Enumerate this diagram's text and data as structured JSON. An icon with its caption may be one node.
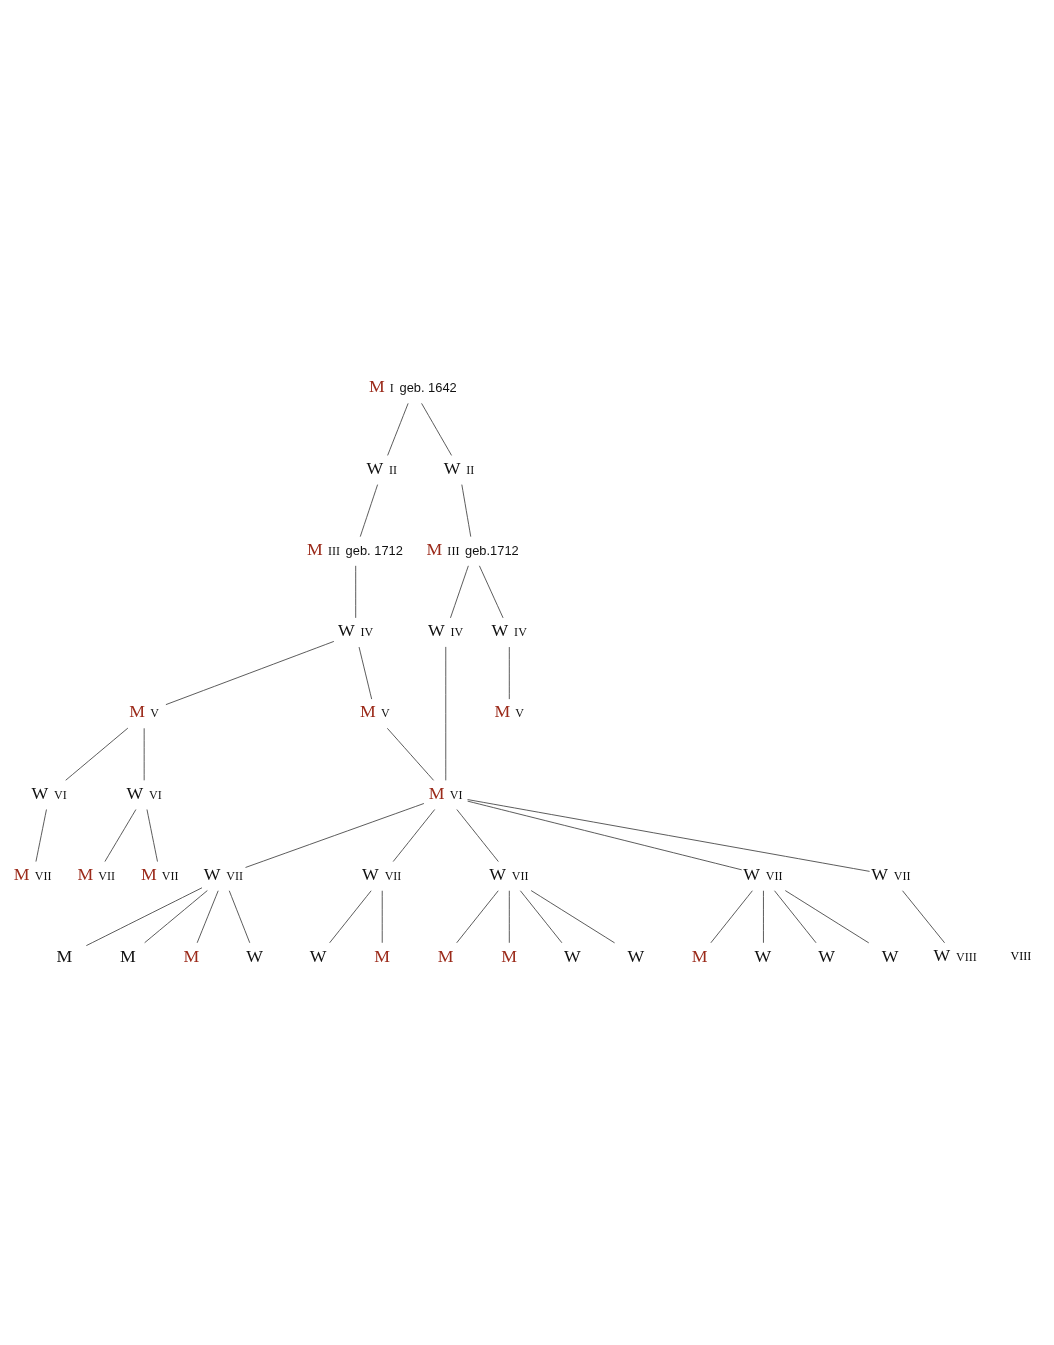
{
  "diagram": {
    "nodes": [
      {
        "text": [
          "M"
        ],
        "beside": [
          "I",
          "geb. 1642"
        ]
      },
      {
        "text": [
          "W"
        ],
        "beside": [
          "II"
        ]
      },
      {
        "text": [
          "W"
        ],
        "beside": [
          "II"
        ]
      },
      {
        "text": [
          "M"
        ],
        "beside": [
          "III",
          "geb. 1712"
        ]
      },
      {
        "text": [
          "M"
        ],
        "beside": [
          "III",
          "geb.1712"
        ]
      },
      {
        "text": [
          "W"
        ],
        "beside": [
          "IV"
        ]
      },
      {
        "text": [
          "W"
        ],
        "beside": [
          "IV"
        ]
      },
      {
        "text": [
          "W"
        ],
        "beside": [
          "IV"
        ]
      },
      {
        "text": [
          "M"
        ],
        "beside": [
          "V"
        ]
      },
      {
        "text": [
          "M"
        ],
        "beside": [
          "V"
        ]
      },
      {
        "text": [
          "M"
        ],
        "beside": [
          "V"
        ]
      },
      {
        "text": [
          "W"
        ],
        "beside": [
          "VI"
        ]
      },
      {
        "text": [
          "W"
        ],
        "beside": [
          "VI"
        ]
      },
      {
        "text": [
          "M"
        ],
        "beside": [
          "VI"
        ]
      },
      {
        "text": [
          "M"
        ],
        "beside": [
          "VII"
        ]
      },
      {
        "text": [
          "M"
        ],
        "beside": [
          "VII"
        ]
      },
      {
        "text": [
          "M"
        ],
        "beside": [
          "VII"
        ]
      },
      {
        "text": [
          "W"
        ],
        "beside": [
          "VII"
        ]
      },
      {
        "text": [
          "W"
        ],
        "beside": [
          "VII"
        ]
      },
      {
        "text": [
          "W"
        ],
        "beside": [
          "VII"
        ]
      },
      {
        "text": [
          "W"
        ],
        "beside": [
          "VII"
        ]
      },
      {
        "text": [
          "W"
        ],
        "beside": [
          "VII"
        ]
      },
      {
        "text": [
          "M"
        ]
      },
      {
        "text": [
          "M"
        ]
      },
      {
        "text": [
          "M"
        ]
      },
      {
        "text": [
          "W"
        ]
      },
      {
        "text": [
          "W"
        ]
      },
      {
        "text": [
          "M"
        ]
      },
      {
        "text": [
          "M"
        ]
      },
      {
        "text": [
          "M"
        ]
      },
      {
        "text": [
          "W"
        ]
      },
      {
        "text": [
          "W"
        ]
      },
      {
        "text": [
          "M"
        ]
      },
      {
        "text": [
          "W"
        ]
      },
      {
        "text": [
          "W"
        ]
      },
      {
        "text": [
          "W"
        ]
      },
      {
        "text": [
          "W"
        ],
        "beside": [
          "VIII"
        ]
      }
    ],
    "edges": [
      {
        "from": 0,
        "to": 1,
        "arrow": "none"
      },
      {
        "from": 0,
        "to": 2,
        "arrow": "none"
      },
      {
        "from": 1,
        "to": 3,
        "arrow": "none"
      },
      {
        "from": 2,
        "to": 4,
        "arrow": "none"
      },
      {
        "from": 3,
        "to": 5,
        "arrow": "none"
      },
      {
        "from": 4,
        "to": 6,
        "arrow": "none"
      },
      {
        "from": 4,
        "to": 7,
        "arrow": "none"
      },
      {
        "from": 5,
        "to": 8,
        "arrow": "none"
      },
      {
        "from": 5,
        "to": 9,
        "arrow": "none"
      },
      {
        "from": 7,
        "to": 10,
        "arrow": "none"
      },
      {
        "from": 8,
        "to": 11,
        "arrow": "none"
      },
      {
        "from": 8,
        "to": 12,
        "arrow": "none"
      },
      {
        "from": 9,
        "to": 13,
        "arrow": "none"
      },
      {
        "from": 6,
        "to": 13,
        "arrow": "none"
      },
      {
        "from": 11,
        "to": 14,
        "arrow": "none"
      },
      {
        "from": 12,
        "to": 15,
        "arrow": "none"
      },
      {
        "from": 12,
        "to": 16,
        "arrow": "none"
      },
      {
        "from": 13,
        "to": 17,
        "arrow": "none"
      },
      {
        "from": 13,
        "to": 18,
        "arrow": "none"
      },
      {
        "from": 13,
        "to": 19,
        "arrow": "none"
      },
      {
        "from": 13,
        "to": 20,
        "arrow": "none"
      },
      {
        "from": 13,
        "to": 21,
        "arrow": "none"
      },
      {
        "from": 17,
        "to": 22,
        "arrow": "none"
      },
      {
        "from": 17,
        "to": 23,
        "arrow": "none"
      },
      {
        "from": 17,
        "to": 24,
        "arrow": "none"
      },
      {
        "from": 17,
        "to": 25,
        "arrow": "none"
      },
      {
        "from": 18,
        "to": 26,
        "arrow": "none"
      },
      {
        "from": 18,
        "to": 27,
        "arrow": "none"
      },
      {
        "from": 19,
        "to": 28,
        "arrow": "none"
      },
      {
        "from": 19,
        "to": 29,
        "arrow": "none"
      },
      {
        "from": 19,
        "to": 30,
        "arrow": "none"
      },
      {
        "from": 19,
        "to": 31,
        "arrow": "none"
      },
      {
        "from": 20,
        "to": 32,
        "arrow": "none"
      },
      {
        "from": 20,
        "to": 33,
        "arrow": "none"
      },
      {
        "from": 20,
        "to": 34,
        "arrow": "none"
      },
      {
        "from": 20,
        "to": 35,
        "arrow": "none"
      },
      {
        "from": 21,
        "to": 36,
        "arrow": "none"
      }
    ],
    "labels": [
      "VIII"
    ]
  }
}
